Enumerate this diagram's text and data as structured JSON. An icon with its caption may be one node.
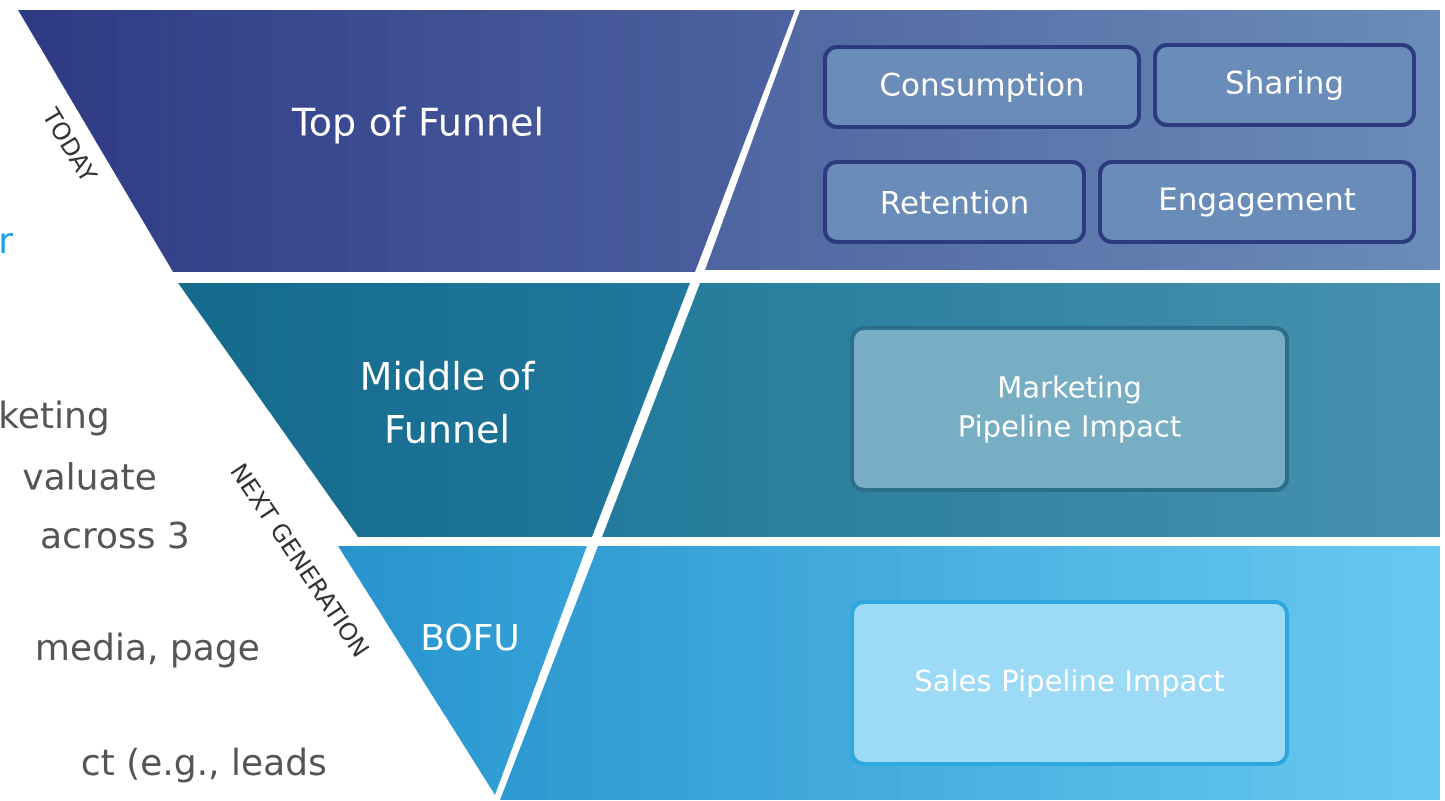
{
  "diagram": {
    "nodes": [
      {
        "text": [
          "Top of Funnel"
        ]
      },
      {
        "text": [],
        "shape": "band"
      },
      {
        "text": [
          "Consumption"
        ],
        "in": 1
      },
      {
        "text": [
          "Sharing"
        ],
        "in": 1
      },
      {
        "text": [
          "Retention"
        ],
        "in": 1
      },
      {
        "text": [
          "Engagement"
        ],
        "in": 1
      },
      {
        "text": [
          "Middle of Funnel"
        ]
      },
      {
        "text": [],
        "shape": "band"
      },
      {
        "text": [
          "Marketing Pipeline Impact"
        ],
        "in": 7
      },
      {
        "text": [
          "BOFU"
        ]
      },
      {
        "text": [],
        "shape": "band"
      },
      {
        "text": [
          "Sales Pipeline Impact"
        ],
        "in": 10
      }
    ],
    "labels": [
      "TODAY",
      "r",
      "keting",
      "valuate",
      "across 3",
      "NEXT GENERATION",
      "media, page",
      "ct (e.g., leads"
    ]
  }
}
